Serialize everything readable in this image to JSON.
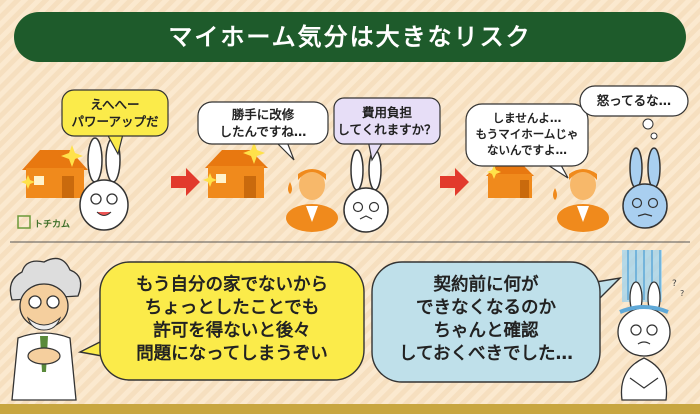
{
  "title": "マイホーム気分は大きなリスク",
  "logo": "トチカム",
  "bubbles": {
    "b1": [
      "えへへー",
      "パワーアップだ"
    ],
    "b2": [
      "勝手に改修",
      "したんですね…"
    ],
    "b3": [
      "費用負担",
      "してくれますか？"
    ],
    "b4": [
      "しませんよ…",
      "もうマイホームじゃ",
      "ないんですよ…"
    ],
    "b5": [
      "怒ってるな…"
    ],
    "professor": [
      "もう自分の家でないから",
      "ちょっとしたことでも",
      "許可を得ないと後々",
      "問題になってしまうぞい"
    ],
    "rabbit": [
      "契約前に何が",
      "できなくなるのか",
      "ちゃんと確認",
      "しておくべきでした…"
    ]
  },
  "colors": {
    "background": "#fbe9cf",
    "banner": "#1e5b2b",
    "house": "#f08a1c",
    "arrow": "#e23a2c",
    "yellow_bubble": "#fbeb4a",
    "lavender_bubble": "#e7def7",
    "blue_bubble": "#bfe0ea"
  }
}
